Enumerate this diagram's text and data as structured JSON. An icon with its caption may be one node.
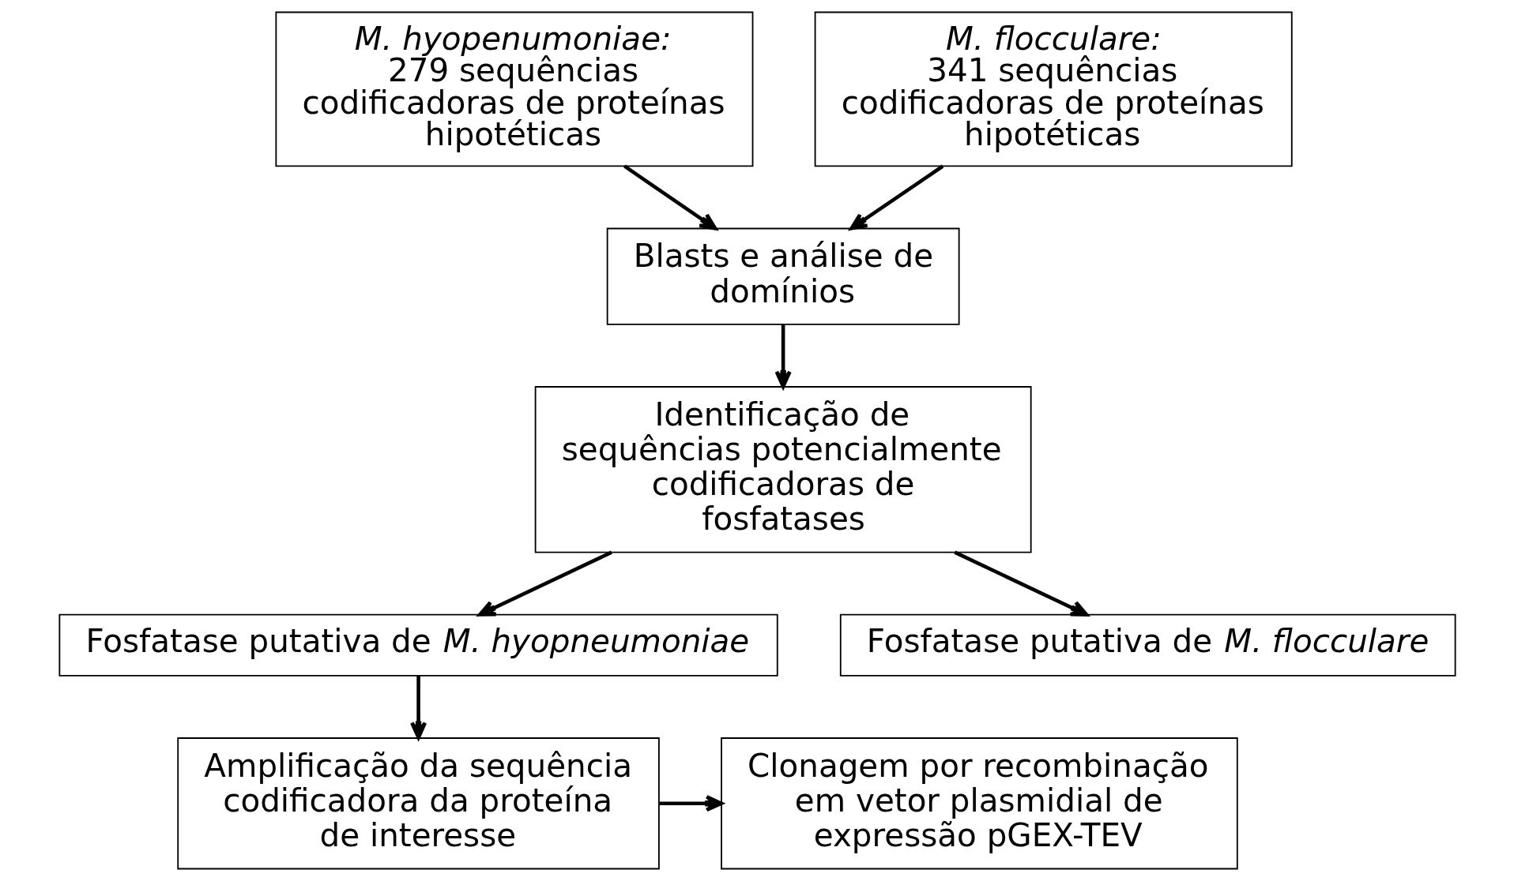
{
  "diagram": {
    "nodes": [
      {
        "text": [
          "*M. hyopenumoniae:*",
          "279 sequências codificadoras de proteínas hipotéticas"
        ]
      },
      {
        "text": [
          "*M. flocculare:*",
          "341 sequências codificadoras de proteínas hipotéticas"
        ]
      },
      {
        "text": [
          "Blasts e análise de domínios"
        ]
      },
      {
        "text": [
          "Identificação de sequências potencialmente codificadoras de fosfatases"
        ]
      },
      {
        "text": [
          "Fosfatase putativa de *M. hyopneumoniae*"
        ]
      },
      {
        "text": [
          "Fosfatase putativa de *M. flocculare*"
        ]
      },
      {
        "text": [
          "Amplificação da sequência codificadora da proteína de interesse"
        ]
      },
      {
        "text": [
          "Clonagem por recombinação em vetor plasmidial de expressão pGEX-TEV"
        ]
      }
    ],
    "edges": [
      {
        "from": 0,
        "to": 2,
        "arrow": "to"
      },
      {
        "from": 1,
        "to": 2,
        "arrow": "to"
      },
      {
        "from": 2,
        "to": 3,
        "arrow": "to"
      },
      {
        "from": 3,
        "to": 4,
        "arrow": "to"
      },
      {
        "from": 3,
        "to": 5,
        "arrow": "to"
      },
      {
        "from": 4,
        "to": 6,
        "arrow": "to"
      },
      {
        "from": 6,
        "to": 7,
        "arrow": "to"
      }
    ]
  }
}
